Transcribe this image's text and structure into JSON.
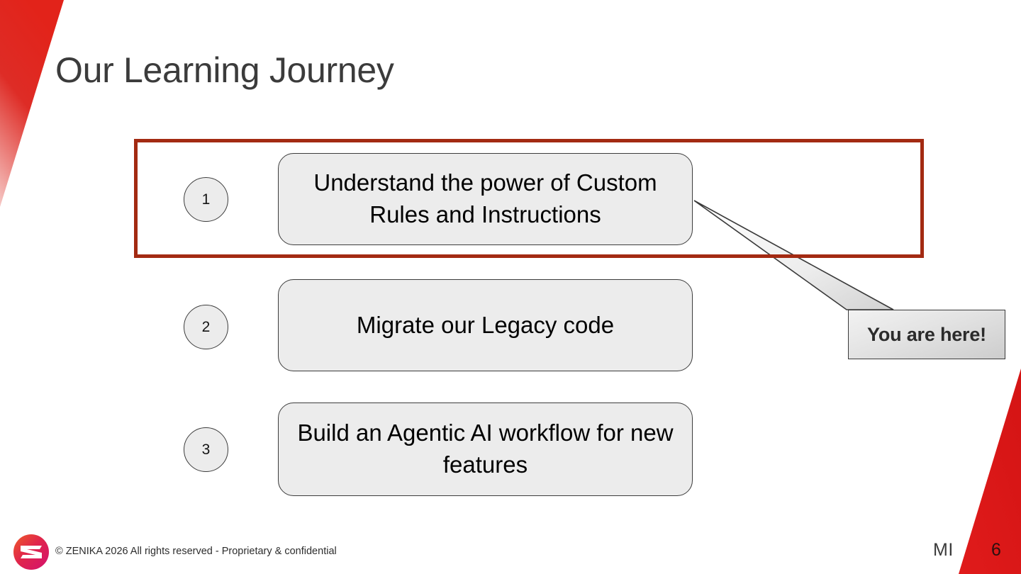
{
  "slide": {
    "title": "Our Learning Journey",
    "page_number": "6",
    "presenter_initials": "MI"
  },
  "theme": {
    "accent_red": "#E01B1B",
    "highlight_border": "#A32A12",
    "box_fill": "#ECECEC",
    "box_border": "#3C3C3C",
    "title_color": "#3B3B3B",
    "logo_gradient_start": "#E8453C",
    "logo_gradient_end": "#D6196A"
  },
  "steps": [
    {
      "number": "1",
      "label": "Understand the power of Custom Rules and Instructions",
      "highlighted": true
    },
    {
      "number": "2",
      "label": "Migrate our Legacy code",
      "highlighted": false
    },
    {
      "number": "3",
      "label": "Build an Agentic AI workflow for new features",
      "highlighted": false
    }
  ],
  "callout": {
    "text": "You are here!"
  },
  "footer": {
    "copyright": "© ZENIKA 2026  All rights reserved  -  Proprietary & confidential",
    "logo_name": "zenika-logo"
  }
}
